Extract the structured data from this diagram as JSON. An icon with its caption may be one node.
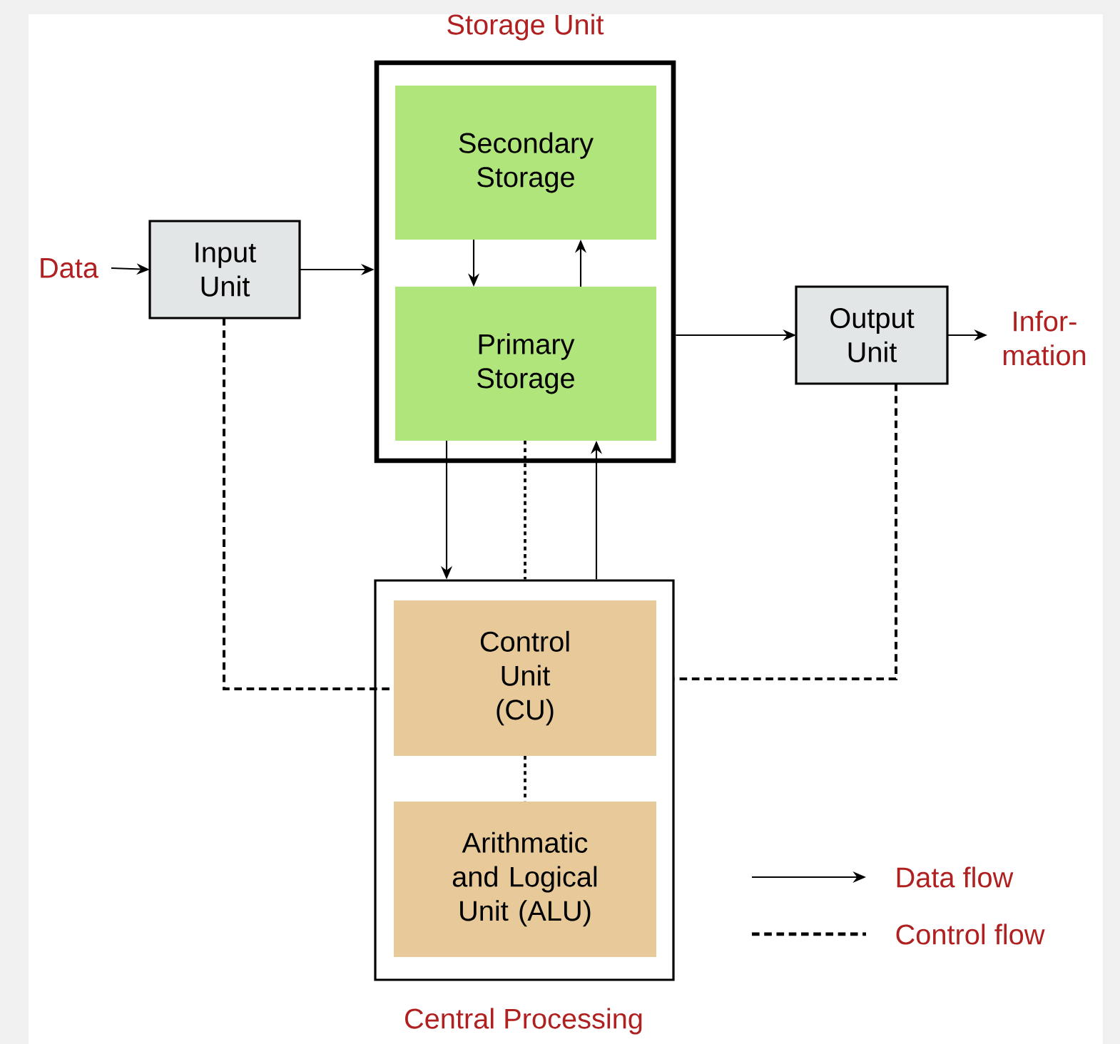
{
  "diagram": {
    "nodes": [
      {
        "text": [
          "Data"
        ]
      },
      {
        "text": [
          "Input Unit"
        ]
      },
      {
        "text": [
          "Storage Unit"
        ]
      },
      {
        "text": [
          "Secondary Storage"
        ],
        "in": 2
      },
      {
        "text": [
          "Primary Storage"
        ],
        "in": 2
      },
      {
        "text": [
          "Output Unit"
        ]
      },
      {
        "text": [
          "Infor- mation"
        ]
      },
      {
        "text": [
          "Central Processing"
        ]
      },
      {
        "text": [
          "Control Unit (CU)"
        ],
        "in": 7
      },
      {
        "text": [
          "Arithmatic and Logical Unit (ALU)"
        ],
        "in": 7
      }
    ],
    "edges": [
      {
        "from": 0,
        "to": 1,
        "arrow": "to"
      },
      {
        "from": 1,
        "to": 2,
        "arrow": "to"
      },
      {
        "from": 3,
        "to": 4,
        "arrow": "to"
      },
      {
        "from": 4,
        "to": 3,
        "arrow": "to"
      },
      {
        "from": 2,
        "to": 5,
        "arrow": "to"
      },
      {
        "from": 5,
        "to": 6,
        "arrow": "to"
      },
      {
        "from": 4,
        "to": 7,
        "arrow": "to"
      },
      {
        "from": 7,
        "to": 4,
        "arrow": "to"
      },
      {
        "from": 4,
        "to": 7,
        "arrow": "none",
        "style": "dashed"
      },
      {
        "from": 1,
        "to": 8,
        "arrow": "none",
        "style": "dashed"
      },
      {
        "from": 5,
        "to": 7,
        "arrow": "none",
        "style": "dashed"
      },
      {
        "from": 8,
        "to": 9,
        "arrow": "none",
        "style": "dashed"
      }
    ],
    "legend": [
      {
        "text": "Data flow"
      },
      {
        "text": "Control flow"
      }
    ]
  }
}
